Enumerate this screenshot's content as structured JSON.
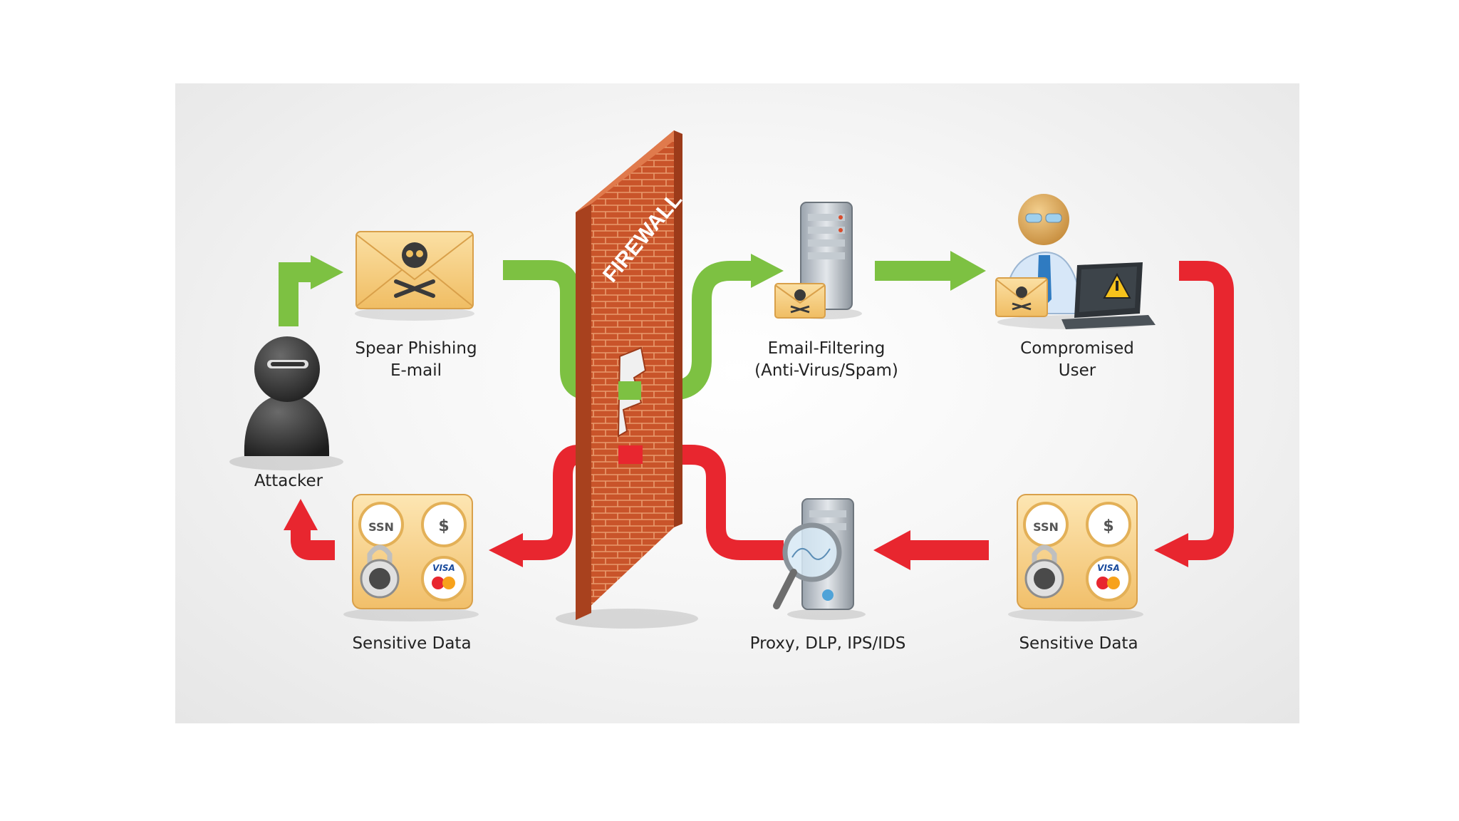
{
  "nodes": {
    "attacker": {
      "label": "Attacker"
    },
    "spear_phishing": {
      "label_line1": "Spear Phishing",
      "label_line2": "E-mail"
    },
    "firewall": {
      "label": "FIREWALL"
    },
    "email_filtering": {
      "label_line1": "Email-Filtering",
      "label_line2": "(Anti-Virus/Spam)"
    },
    "compromised_user": {
      "label_line1": "Compromised",
      "label_line2": "User"
    },
    "sensitive_data_right": {
      "label": "Sensitive Data",
      "tile_ssn": "SSN",
      "tile_dollar": "$",
      "tile_visa": "VISA"
    },
    "proxy": {
      "label": "Proxy, DLP, IPS/IDS"
    },
    "sensitive_data_left": {
      "label": "Sensitive Data",
      "tile_ssn": "SSN",
      "tile_dollar": "$",
      "tile_visa": "VISA"
    }
  },
  "colors": {
    "inbound_arrow": "#7dc142",
    "exfil_arrow": "#e8262f",
    "brick": "#c9542a",
    "envelope": "#f4c873"
  },
  "icons": [
    "hooded-attacker-icon",
    "skull-envelope-icon",
    "brick-wall-icon",
    "server-icon",
    "user-laptop-icon",
    "data-tile-icon",
    "magnifier-server-icon",
    "padlock-icon"
  ]
}
